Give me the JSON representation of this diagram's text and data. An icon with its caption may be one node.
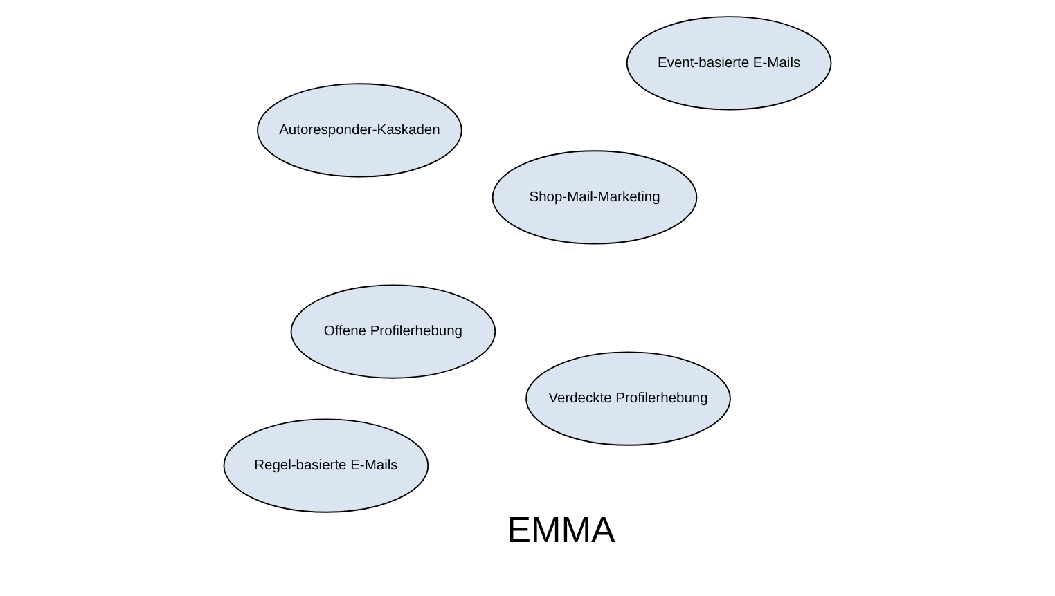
{
  "diagram": {
    "nodes": [
      {
        "text": [
          "Offene Profilerhebung"
        ]
      },
      {
        "text": [
          "Shop-Mail-Marketing"
        ]
      },
      {
        "text": [
          "Verdeckte Profilerhebung"
        ]
      },
      {
        "text": [
          "Autoresponder-Kaskaden"
        ]
      },
      {
        "text": [
          "Regel-basierte E-Mails"
        ]
      },
      {
        "text": [
          "Event-basierte E-Mails"
        ]
      }
    ],
    "edges": [],
    "labels": [
      "EMMA"
    ]
  }
}
